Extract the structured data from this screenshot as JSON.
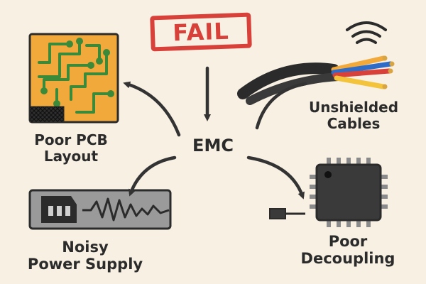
{
  "diagram": {
    "center": {
      "label": "EMC"
    },
    "stamp": {
      "text": "FAIL"
    },
    "nodes": [
      {
        "id": "pcb",
        "label_line1": "Poor PCB",
        "label_line2": "Layout",
        "icon": "pcb-board-icon"
      },
      {
        "id": "cables",
        "label_line1": "Unshielded",
        "label_line2": "Cables",
        "icon": "cable-bundle-icon"
      },
      {
        "id": "supply",
        "label_line1": "Noisy",
        "label_line2": "Power Supply",
        "icon": "power-socket-icon"
      },
      {
        "id": "decoupling",
        "label_line1": "Poor",
        "label_line2": "Decoupling",
        "icon": "ic-chip-icon"
      }
    ],
    "colors": {
      "background": "#f7f0e3",
      "fail_red": "#d8403a",
      "pcb_orange": "#f2a93b",
      "trace_green": "#3a8a3a",
      "ink": "#2b2b2b"
    }
  }
}
